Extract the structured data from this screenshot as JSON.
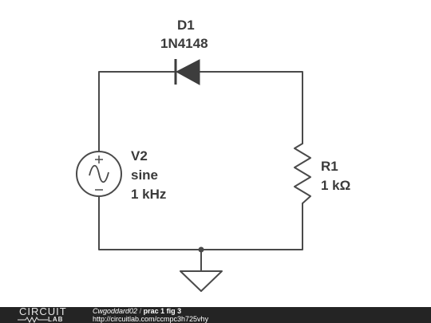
{
  "diode": {
    "ref": "D1",
    "part": "1N4148"
  },
  "source": {
    "ref": "V2",
    "type": "sine",
    "freq": "1 kHz"
  },
  "resistor": {
    "ref": "R1",
    "value": "1 kΩ"
  },
  "footer": {
    "logo_top": "CIRCUIT",
    "logo_bottom": "LAB",
    "author": "Cwgoddard02",
    "separator": "/",
    "project": "prac 1 fig 3",
    "url": "http://circuitlab.com/ccmpc3h725vhy"
  },
  "colors": {
    "wire": "#4a4a4a",
    "footer_bg": "#242424",
    "text": "#3a3a3a"
  }
}
